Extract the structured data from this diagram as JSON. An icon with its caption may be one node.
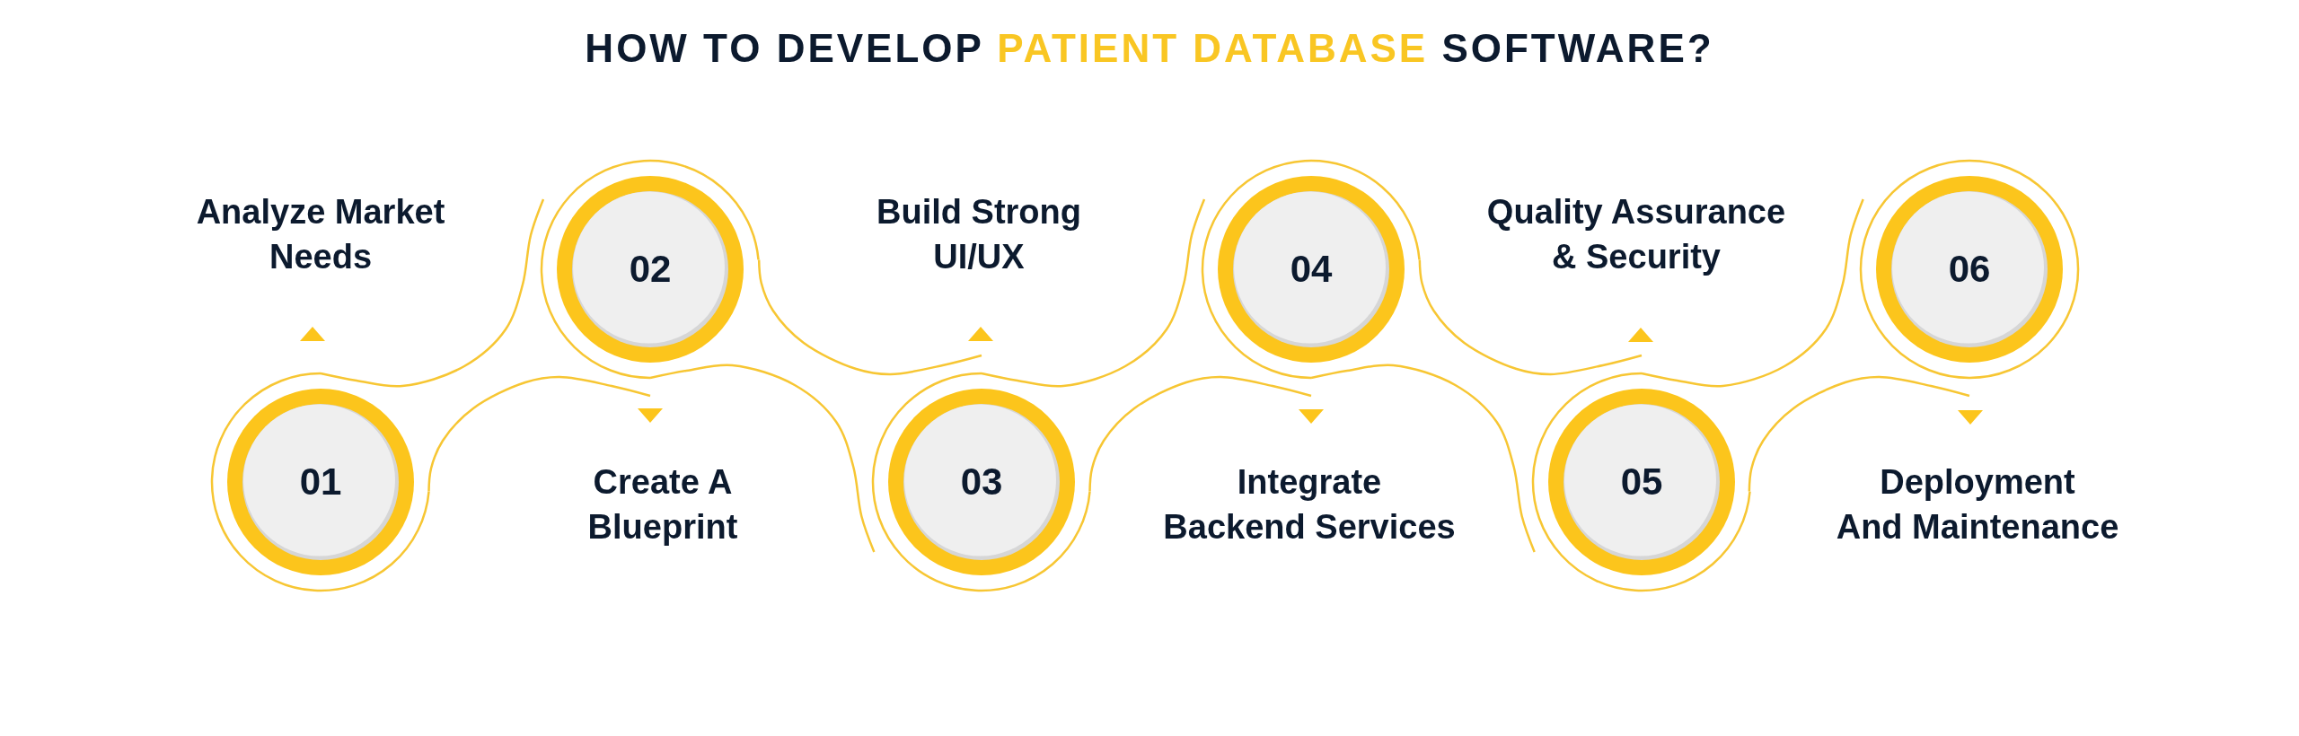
{
  "diagram": {
    "title": "HOW TO DEVELOP **PATIENT DATABASE** SOFTWARE?",
    "nodes": [
      {
        "text": [
          "01"
        ],
        "beside": [
          "Analyze Market Needs"
        ]
      },
      {
        "text": [
          "02"
        ],
        "beside": [
          "Create A Blueprint"
        ]
      },
      {
        "text": [
          "03"
        ],
        "beside": [
          "Build Strong UI/UX"
        ]
      },
      {
        "text": [
          "04"
        ],
        "beside": [
          "Integrate Backend Services"
        ]
      },
      {
        "text": [
          "05"
        ],
        "beside": [
          "Quality Assurance & Security"
        ]
      },
      {
        "text": [
          "06"
        ],
        "beside": [
          "Deployment And Maintenance"
        ]
      }
    ],
    "edges": [
      {
        "from": 0,
        "to": 1,
        "arrow": "none"
      },
      {
        "from": 0,
        "to": 1,
        "arrow": "none"
      },
      {
        "from": 1,
        "to": 2,
        "arrow": "none"
      },
      {
        "from": 1,
        "to": 2,
        "arrow": "none"
      },
      {
        "from": 2,
        "to": 3,
        "arrow": "none"
      },
      {
        "from": 2,
        "to": 3,
        "arrow": "none"
      },
      {
        "from": 3,
        "to": 4,
        "arrow": "none"
      },
      {
        "from": 3,
        "to": 4,
        "arrow": "none"
      },
      {
        "from": 4,
        "to": 5,
        "arrow": "none"
      },
      {
        "from": 4,
        "to": 5,
        "arrow": "none"
      }
    ]
  }
}
